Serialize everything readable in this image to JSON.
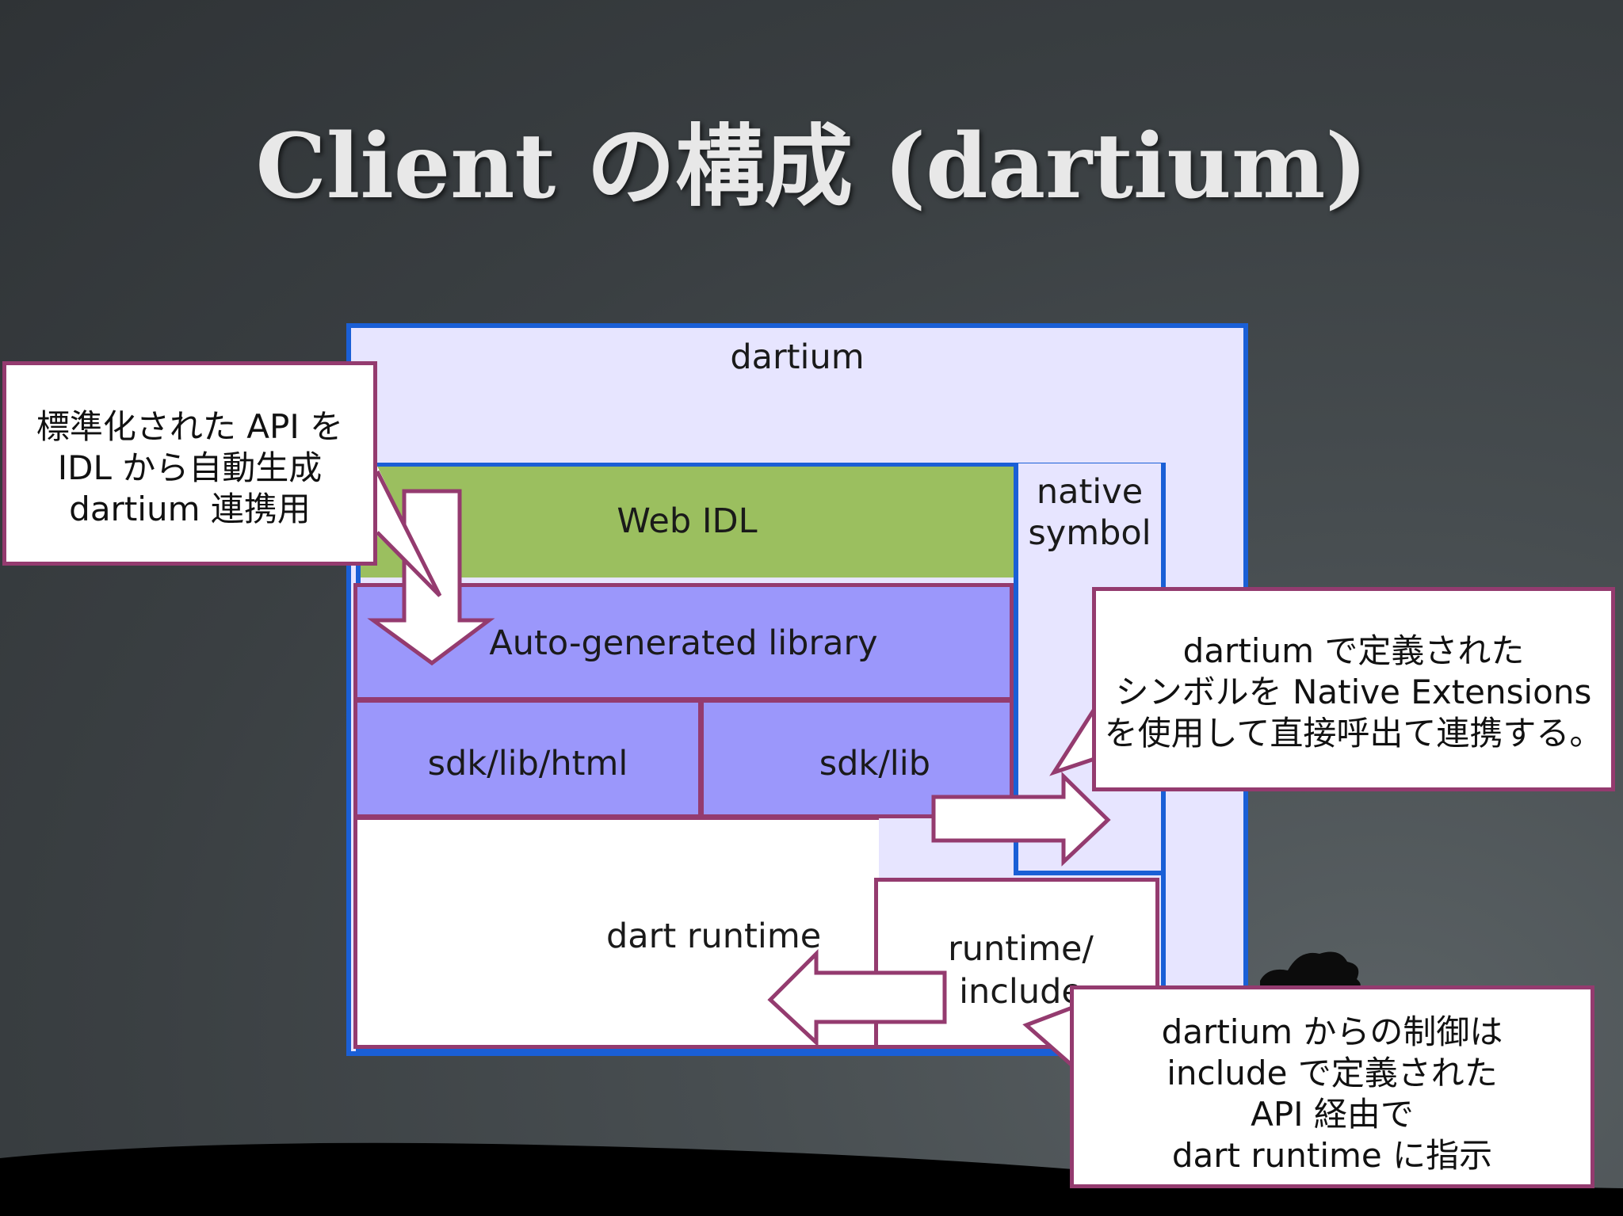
{
  "title": "Client の構成 (dartium)",
  "diagram": {
    "outer": "dartium",
    "web_idl": "Web IDL",
    "native_symbol": [
      "native",
      "symbol"
    ],
    "auto_generated": "Auto-generated library",
    "sdk_lib_html": "sdk/lib/html",
    "sdk_lib": "sdk/lib",
    "dart_runtime": "dart runtime",
    "runtime_include": [
      "runtime/",
      "include"
    ]
  },
  "callouts": {
    "idl": [
      "標準化された API を",
      "IDL から自動生成",
      "dartium 連携用"
    ],
    "native": [
      "dartium で定義された",
      "シンボルを Native Extensions",
      "を使用して直接呼出て連携する。"
    ],
    "control": [
      "dartium からの制御は",
      "include で定義された",
      "API 経由で",
      "dart runtime に指示"
    ]
  },
  "colors": {
    "container_border": "#1a5fd6",
    "container_fill": "#e7e5ff",
    "web_idl": "#9bbf5f",
    "library": "#9b97fb",
    "accent_border": "#943b6f"
  }
}
